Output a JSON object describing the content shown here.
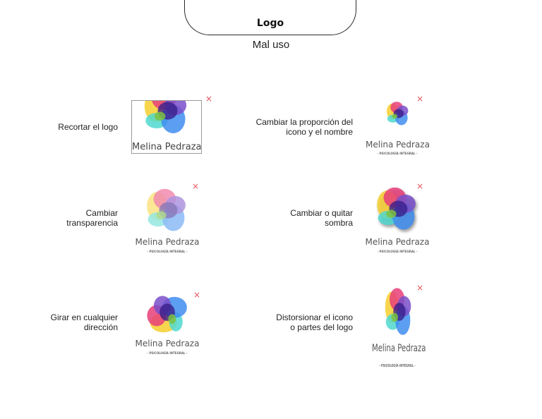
{
  "header": {
    "tab_label": "Logo",
    "title": "Mal uso"
  },
  "brand": {
    "name": "Melina Pedraza",
    "tagline": "- PSICOLOGÍA INTEGRAL -"
  },
  "x_symbol": "×",
  "examples": [
    {
      "label_line1": "Recortar el logo",
      "label_line2": ""
    },
    {
      "label_line1": "Cambiar la proporción del",
      "label_line2": "icono y el nombre"
    },
    {
      "label_line1": "Cambiar",
      "label_line2": "transparencia"
    },
    {
      "label_line1": "Cambiar o quitar",
      "label_line2": "sombra"
    },
    {
      "label_line1": "Girar en cualquier",
      "label_line2": "dirección"
    },
    {
      "label_line1": "Distorsionar el icono",
      "label_line2": "o partes del logo"
    }
  ],
  "colors": {
    "x_mark": "#e2545c",
    "petal_yellow": "#f6d23a",
    "petal_pink": "#e83e7a",
    "petal_blue": "#3f8df0",
    "petal_cyan": "#4fd8d0",
    "petal_purple": "#6a2fb0",
    "petal_green": "#7cc242"
  }
}
